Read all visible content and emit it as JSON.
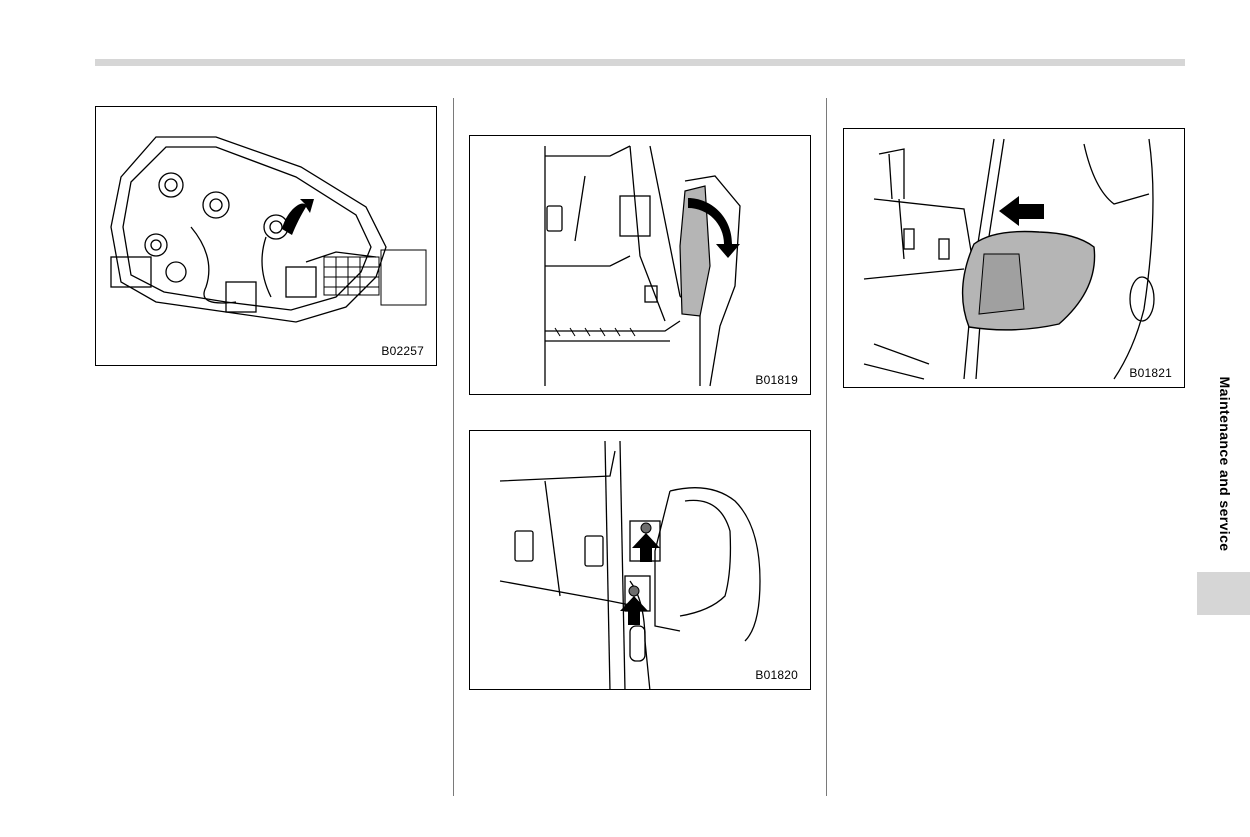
{
  "figures": [
    {
      "code": "B02257"
    },
    {
      "code": "B01819"
    },
    {
      "code": "B01820"
    },
    {
      "code": "B01821"
    }
  ],
  "side_tab": {
    "label": "Maintenance and service"
  }
}
